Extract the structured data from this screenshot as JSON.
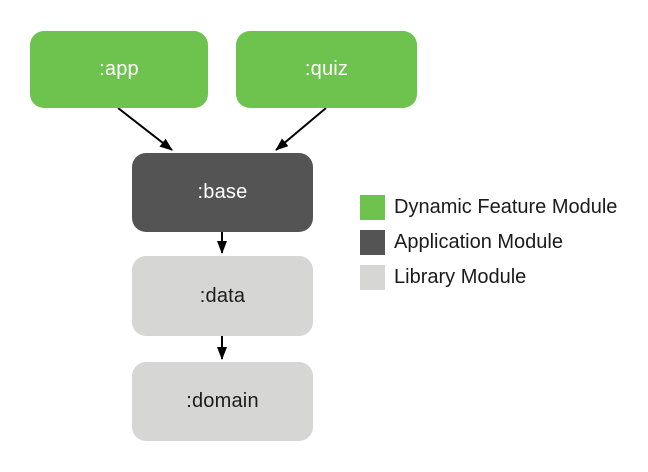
{
  "diagram": {
    "nodes": [
      {
        "id": "app",
        "label": ":app",
        "type": "dynamic-feature-module"
      },
      {
        "id": "quiz",
        "label": ":quiz",
        "type": "dynamic-feature-module"
      },
      {
        "id": "base",
        "label": ":base",
        "type": "application-module"
      },
      {
        "id": "data",
        "label": ":data",
        "type": "library-module"
      },
      {
        "id": "domain",
        "label": ":domain",
        "type": "library-module"
      }
    ],
    "edges": [
      {
        "from": ":app",
        "to": ":base"
      },
      {
        "from": ":quiz",
        "to": ":base"
      },
      {
        "from": ":base",
        "to": ":data"
      },
      {
        "from": ":data",
        "to": ":domain"
      }
    ],
    "legend": [
      {
        "label": "Dynamic Feature Module",
        "color": "#6ec24e"
      },
      {
        "label": "Application Module",
        "color": "#545454"
      },
      {
        "label": "Library Module",
        "color": "#d6d6d4"
      }
    ],
    "colors": {
      "dynamic_feature": "#6ec24e",
      "application": "#545454",
      "library": "#d6d6d4",
      "edge": "#000000",
      "background": "#ffffff"
    }
  }
}
